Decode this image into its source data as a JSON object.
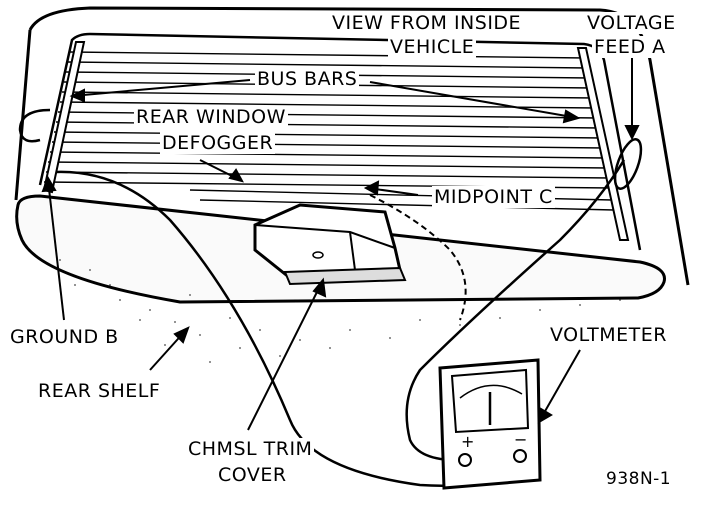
{
  "labels": {
    "view_from_inside_line1": "VIEW FROM INSIDE",
    "view_from_inside_line2": "VEHICLE",
    "voltage_feed_line1": "VOLTAGE",
    "voltage_feed_line2": "FEED A",
    "bus_bars": "BUS BARS",
    "rear_window_defogger_line1": "REAR WINDOW",
    "rear_window_defogger_line2": "DEFOGGER",
    "midpoint": "MIDPOINT C",
    "ground": "GROUND B",
    "rear_shelf": "REAR SHELF",
    "voltmeter": "VOLTMETER",
    "chmsl_line1": "CHMSL TRIM",
    "chmsl_line2": "COVER",
    "figure_number": "938N-1"
  },
  "meter": {
    "positive_terminal": "+",
    "negative_terminal": "−"
  }
}
